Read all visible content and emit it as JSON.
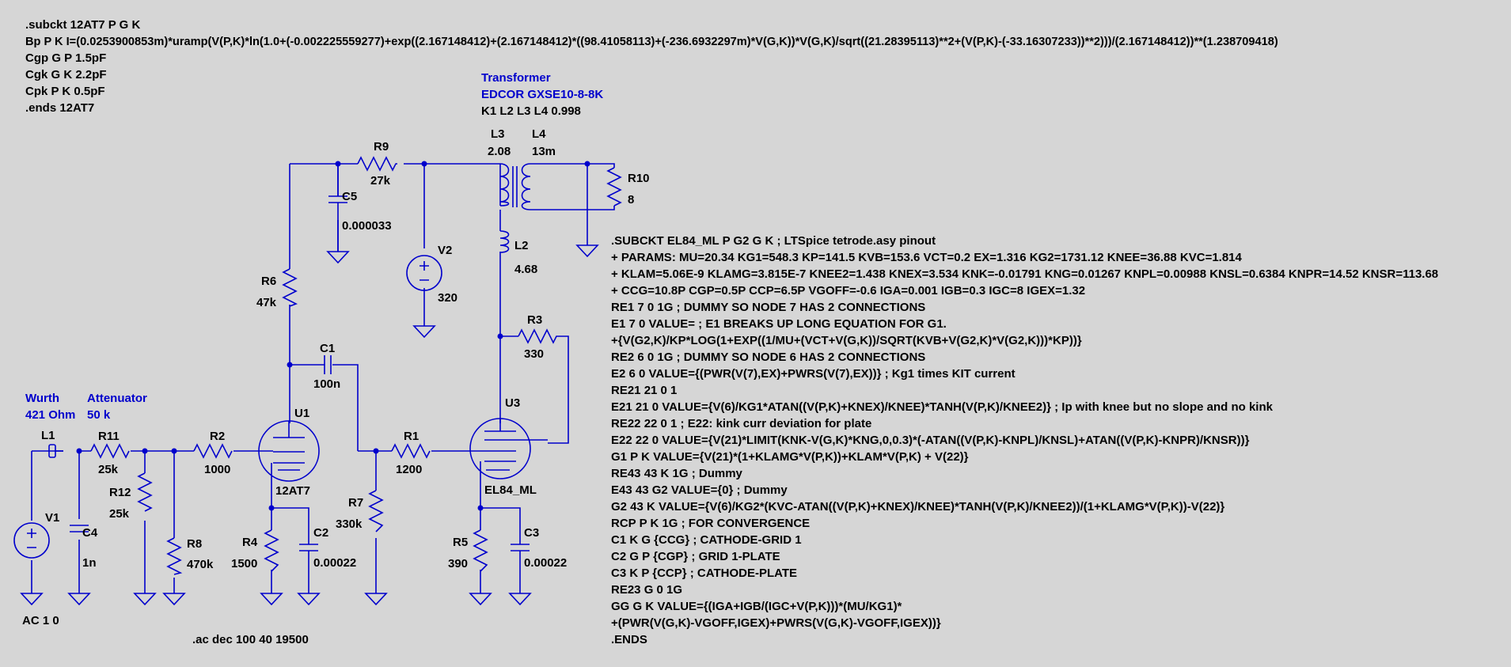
{
  "subckt_12at7": [
    ".subckt 12AT7 P G K",
    "Bp P K I=(0.0253900853m)*uramp(V(P,K)*ln(1.0+(-0.002225559277)+exp((2.167148412)+(2.167148412)*((98.41058113)+(-236.6932297m)*V(G,K))*V(G,K)/sqrt((21.28395113)**2+(V(P,K)-(-33.16307233))**2)))/(2.167148412))**(1.238709418)",
    "Cgp G P 1.5pF",
    "Cgk G K 2.2pF",
    "Cpk P K 0.5pF",
    ".ends 12AT7"
  ],
  "transformer": {
    "title": "Transformer",
    "model": "EDCOR GXSE10-8-8K",
    "coupling": "K1 L2 L3 L4 0.998"
  },
  "components": {
    "R9": {
      "name": "R9",
      "value": "27k"
    },
    "C5": {
      "name": "C5",
      "value": "0.000033"
    },
    "V2": {
      "name": "V2",
      "value": "320"
    },
    "L3": {
      "name": "L3",
      "value": "2.08"
    },
    "L4": {
      "name": "L4",
      "value": "13m"
    },
    "R10": {
      "name": "R10",
      "value": "8"
    },
    "L2": {
      "name": "L2",
      "value": "4.68"
    },
    "R3": {
      "name": "R3",
      "value": "330"
    },
    "R6": {
      "name": "R6",
      "value": "47k"
    },
    "C1": {
      "name": "C1",
      "value": "100n"
    },
    "U1": {
      "name": "U1",
      "value": "12AT7"
    },
    "U3": {
      "name": "U3",
      "value": "EL84_ML"
    },
    "R11": {
      "name": "R11",
      "value": "25k"
    },
    "R2": {
      "name": "R2",
      "value": "1000"
    },
    "R1": {
      "name": "R1",
      "value": "1200"
    },
    "R12": {
      "name": "R12",
      "value": "25k"
    },
    "R8": {
      "name": "R8",
      "value": "470k"
    },
    "R7": {
      "name": "R7",
      "value": "330k"
    },
    "R4": {
      "name": "R4",
      "value": "1500"
    },
    "C2": {
      "name": "C2",
      "value": "0.00022"
    },
    "R5": {
      "name": "R5",
      "value": "390"
    },
    "C3": {
      "name": "C3",
      "value": "0.00022"
    },
    "V1": {
      "name": "V1",
      "value": "AC 1 0"
    },
    "C4": {
      "name": "C4",
      "value": "1n"
    },
    "L1": {
      "name": "L1"
    }
  },
  "labels": {
    "wurth_title": "Wurth",
    "wurth_value": "421 Ohm",
    "attenuator_title": "Attenuator",
    "attenuator_value": "50 k",
    "ac_directive": ".ac dec 100 40 19500"
  },
  "el84_model": [
    ".SUBCKT EL84_ML P G2 G K ; LTSpice tetrode.asy pinout",
    "+ PARAMS: MU=20.34 KG1=548.3 KP=141.5 KVB=153.6 VCT=0.2 EX=1.316 KG2=1731.12 KNEE=36.88 KVC=1.814",
    "+ KLAM=5.06E-9 KLAMG=3.815E-7 KNEE2=1.438 KNEX=3.534  KNK=-0.01791 KNG=0.01267 KNPL=0.00988 KNSL=0.6384 KNPR=14.52 KNSR=113.68",
    "+ CCG=10.8P CGP=0.5P CCP=6.5P VGOFF=-0.6 IGA=0.001 IGB=0.3 IGC=8 IGEX=1.32",
    "RE1  7 0  1G    ; DUMMY SO NODE 7 HAS 2 CONNECTIONS",
    "E1   7 0  VALUE=  ; E1 BREAKS UP LONG EQUATION FOR G1.",
    "+{V(G2,K)/KP*LOG(1+EXP((1/MU+(VCT+V(G,K))/SQRT(KVB+V(G2,K)*V(G2,K)))*KP))}",
    "RE2  6 0  1G    ; DUMMY SO NODE 6 HAS 2 CONNECTIONS",
    "E2  6 0  VALUE={(PWR(V(7),EX)+PWRS(V(7),EX))} ; Kg1 times KIT current",
    "RE21 21 0 1",
    "E21  21 0 VALUE={V(6)/KG1*ATAN((V(P,K)+KNEX)/KNEE)*TANH(V(P,K)/KNEE2)} ; Ip with knee but no slope and no kink",
    "RE22 22 0 1 ; E22: kink curr deviation for plate",
    "E22  22 0 VALUE={V(21)*LIMIT(KNK-V(G,K)*KNG,0,0.3)*(-ATAN((V(P,K)-KNPL)/KNSL)+ATAN((V(P,K)-KNPR)/KNSR))}",
    "G1   P  K  VALUE={V(21)*(1+KLAMG*V(P,K))+KLAM*V(P,K) + V(22)}",
    "RE43 43 K 1G ; Dummy",
    "E43  43 G2 VALUE={0} ; Dummy",
    "G2   43 K  VALUE={V(6)/KG2*(KVC-ATAN((V(P,K)+KNEX)/KNEE)*TANH(V(P,K)/KNEE2))/(1+KLAMG*V(P,K))-V(22)}",
    "RCP  P K  1G     ; FOR CONVERGENCE",
    "C1   K G  {CCG}  ; CATHODE-GRID 1",
    "C2   G P  {CGP}  ; GRID 1-PLATE",
    "C3   K P  {CCP}  ; CATHODE-PLATE",
    "RE23 G 0 1G",
    "GG G K VALUE={(IGA+IGB/(IGC+V(P,K)))*(MU/KG1)*",
    "+(PWR(V(G,K)-VGOFF,IGEX)+PWRS(V(G,K)-VGOFF,IGEX))}",
    ".ENDS"
  ]
}
